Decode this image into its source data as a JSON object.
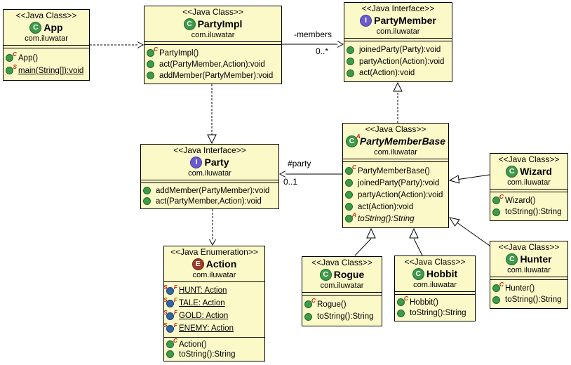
{
  "diagram_title": "Party pattern UML class diagram",
  "colors": {
    "box_fill": "#fcf9c8",
    "border": "#000000",
    "class_icon": "#3f9b4a",
    "interface_icon": "#6a5acd",
    "enum_icon": "#a33b2b",
    "field_icon": "#3465a4",
    "decoration": "#c42a12"
  },
  "labels": {
    "members": "-members",
    "members_mult": "0..*",
    "party": "#party",
    "party_mult": "0..1"
  },
  "classes": [
    {
      "stereotype": "<<Java Class>>",
      "icon_letter": "C",
      "name": "App",
      "package": "com.iluwatar",
      "fields": [],
      "methods": [
        {
          "deco": "C",
          "label": "App()"
        },
        {
          "deco": "S",
          "label": "main(String[]):void"
        }
      ]
    },
    {
      "stereotype": "<<Java Class>>",
      "icon_letter": "C",
      "name": "PartyImpl",
      "package": "com.iluwatar",
      "fields": [],
      "methods": [
        {
          "deco": "C",
          "label": "PartyImpl()"
        },
        {
          "deco": "",
          "label": "act(PartyMember,Action):void"
        },
        {
          "deco": "",
          "label": "addMember(PartyMember):void"
        }
      ]
    },
    {
      "stereotype": "<<Java Interface>>",
      "icon_letter": "I",
      "name": "PartyMember",
      "package": "com.iluwatar",
      "fields": [],
      "methods": [
        {
          "deco": "",
          "label": "joinedParty(Party):void"
        },
        {
          "deco": "",
          "label": "partyAction(Action):void"
        },
        {
          "deco": "",
          "label": "act(Action):void"
        }
      ]
    },
    {
      "stereotype": "<<Java Interface>>",
      "icon_letter": "I",
      "name": "Party",
      "package": "com.iluwatar",
      "fields": [],
      "methods": [
        {
          "deco": "",
          "label": "addMember(PartyMember):void"
        },
        {
          "deco": "",
          "label": "act(PartyMember,Action):void"
        }
      ]
    },
    {
      "stereotype": "<<Java Class>>",
      "icon_letter": "C",
      "icon_deco": "A",
      "name": "PartyMemberBase",
      "package": "com.iluwatar",
      "fields": [],
      "methods": [
        {
          "deco": "C",
          "label": "PartyMemberBase()"
        },
        {
          "deco": "",
          "label": "joinedParty(Party):void"
        },
        {
          "deco": "",
          "label": "partyAction(Action):void"
        },
        {
          "deco": "",
          "label": "act(Action):void"
        },
        {
          "deco": "A",
          "label": "toString():String"
        }
      ]
    },
    {
      "stereotype": "<<Java Class>>",
      "icon_letter": "C",
      "name": "Wizard",
      "package": "com.iluwatar",
      "fields": [],
      "methods": [
        {
          "deco": "C",
          "label": "Wizard()"
        },
        {
          "deco": "",
          "label": "toString():String"
        }
      ]
    },
    {
      "stereotype": "<<Java Class>>",
      "icon_letter": "C",
      "name": "Hunter",
      "package": "com.iluwatar",
      "fields": [],
      "methods": [
        {
          "deco": "C",
          "label": "Hunter()"
        },
        {
          "deco": "",
          "label": "toString():String"
        }
      ]
    },
    {
      "stereotype": "<<Java Class>>",
      "icon_letter": "C",
      "name": "Rogue",
      "package": "com.iluwatar",
      "fields": [],
      "methods": [
        {
          "deco": "C",
          "label": "Rogue()"
        },
        {
          "deco": "",
          "label": "toString():String"
        }
      ]
    },
    {
      "stereotype": "<<Java Class>>",
      "icon_letter": "C",
      "name": "Hobbit",
      "package": "com.iluwatar",
      "fields": [],
      "methods": [
        {
          "deco": "C",
          "label": "Hobbit()"
        },
        {
          "deco": "",
          "label": "toString():String"
        }
      ]
    },
    {
      "stereotype": "<<Java Enumeration>>",
      "icon_letter": "E",
      "name": "Action",
      "package": "com.iluwatar",
      "fields": [
        {
          "deco_left": "S",
          "deco_right": "F",
          "label": "HUNT: Action"
        },
        {
          "deco_left": "S",
          "deco_right": "F",
          "label": "TALE: Action"
        },
        {
          "deco_left": "S",
          "deco_right": "F",
          "label": "GOLD: Action"
        },
        {
          "deco_left": "S",
          "deco_right": "F",
          "label": "ENEMY: Action"
        }
      ],
      "methods": [
        {
          "deco": "C",
          "label": "Action()"
        },
        {
          "deco": "",
          "label": "toString():String"
        }
      ]
    }
  ]
}
